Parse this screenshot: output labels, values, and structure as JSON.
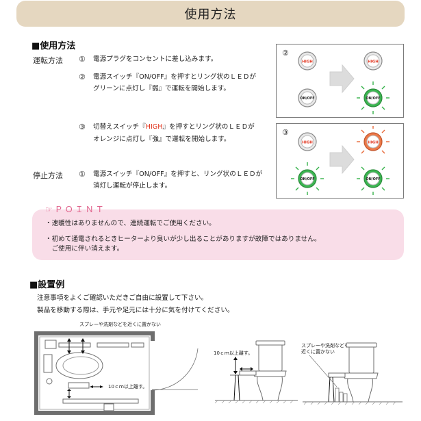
{
  "title": "使用方法",
  "usage": {
    "heading": "■使用方法",
    "run_label": "運転方法",
    "stop_label": "停止方法",
    "steps": [
      {
        "num": "①",
        "lines": [
          "電源プラグをコンセントに差し込みます。"
        ]
      },
      {
        "num": "②",
        "lines": [
          "電源スイッチ『ON/OFF』を押すとリング状のＬＥＤが",
          "グリーンに点灯し『弱』で運転を開始します。"
        ]
      },
      {
        "num": "③",
        "line1_pre": "切替えスイッチ『",
        "line1_hi": "HIGH",
        "line1_post": "』を押すとリング状のＬＥＤが",
        "line2": "オレンジに点灯し『強』で運転を開始します。"
      },
      {
        "num": "①",
        "lines": [
          "電源スイッチ『ON/OFF』を押すと、リング状のＬＥＤが",
          "消灯し運転が停止します。"
        ]
      }
    ]
  },
  "panels": {
    "p2": {
      "num": "②",
      "high": "HIGH",
      "onoff": "ON/OFF"
    },
    "p3": {
      "num": "③",
      "high": "HIGH",
      "onoff": "ON/OFF"
    }
  },
  "point": {
    "title": "☞ＰＯＩＮＴ",
    "items": [
      "・速暖性はありませんので、連続運転でご使用ください。",
      "・初めて通電されるときヒーターより臭いが少し出ることがありますが故障ではありません。",
      "　ご使用に伴い消えます。"
    ]
  },
  "install": {
    "heading": "■設置例",
    "lines": [
      "注意事項をよくご確認いただきご自由に設置して下さい。",
      "製品を移動する際は、手元や足元には十分に気を付けてください。"
    ],
    "d1_note": "スプレーや洗剤などを近くに置かない",
    "d1_gap": "10ｃｍ以上離す。",
    "d2_gap": "10ｃｍ以上離す。",
    "d3_note1": "スプレーや洗剤などを",
    "d3_note2": "近くに置かない"
  },
  "colors": {
    "title_bg": "#e5d7c0",
    "point_bg": "#f9dde8",
    "point_text": "#e0608a",
    "high_text": "#e0341e",
    "led_green": "#35b24a",
    "led_orange": "#e86a3a"
  }
}
